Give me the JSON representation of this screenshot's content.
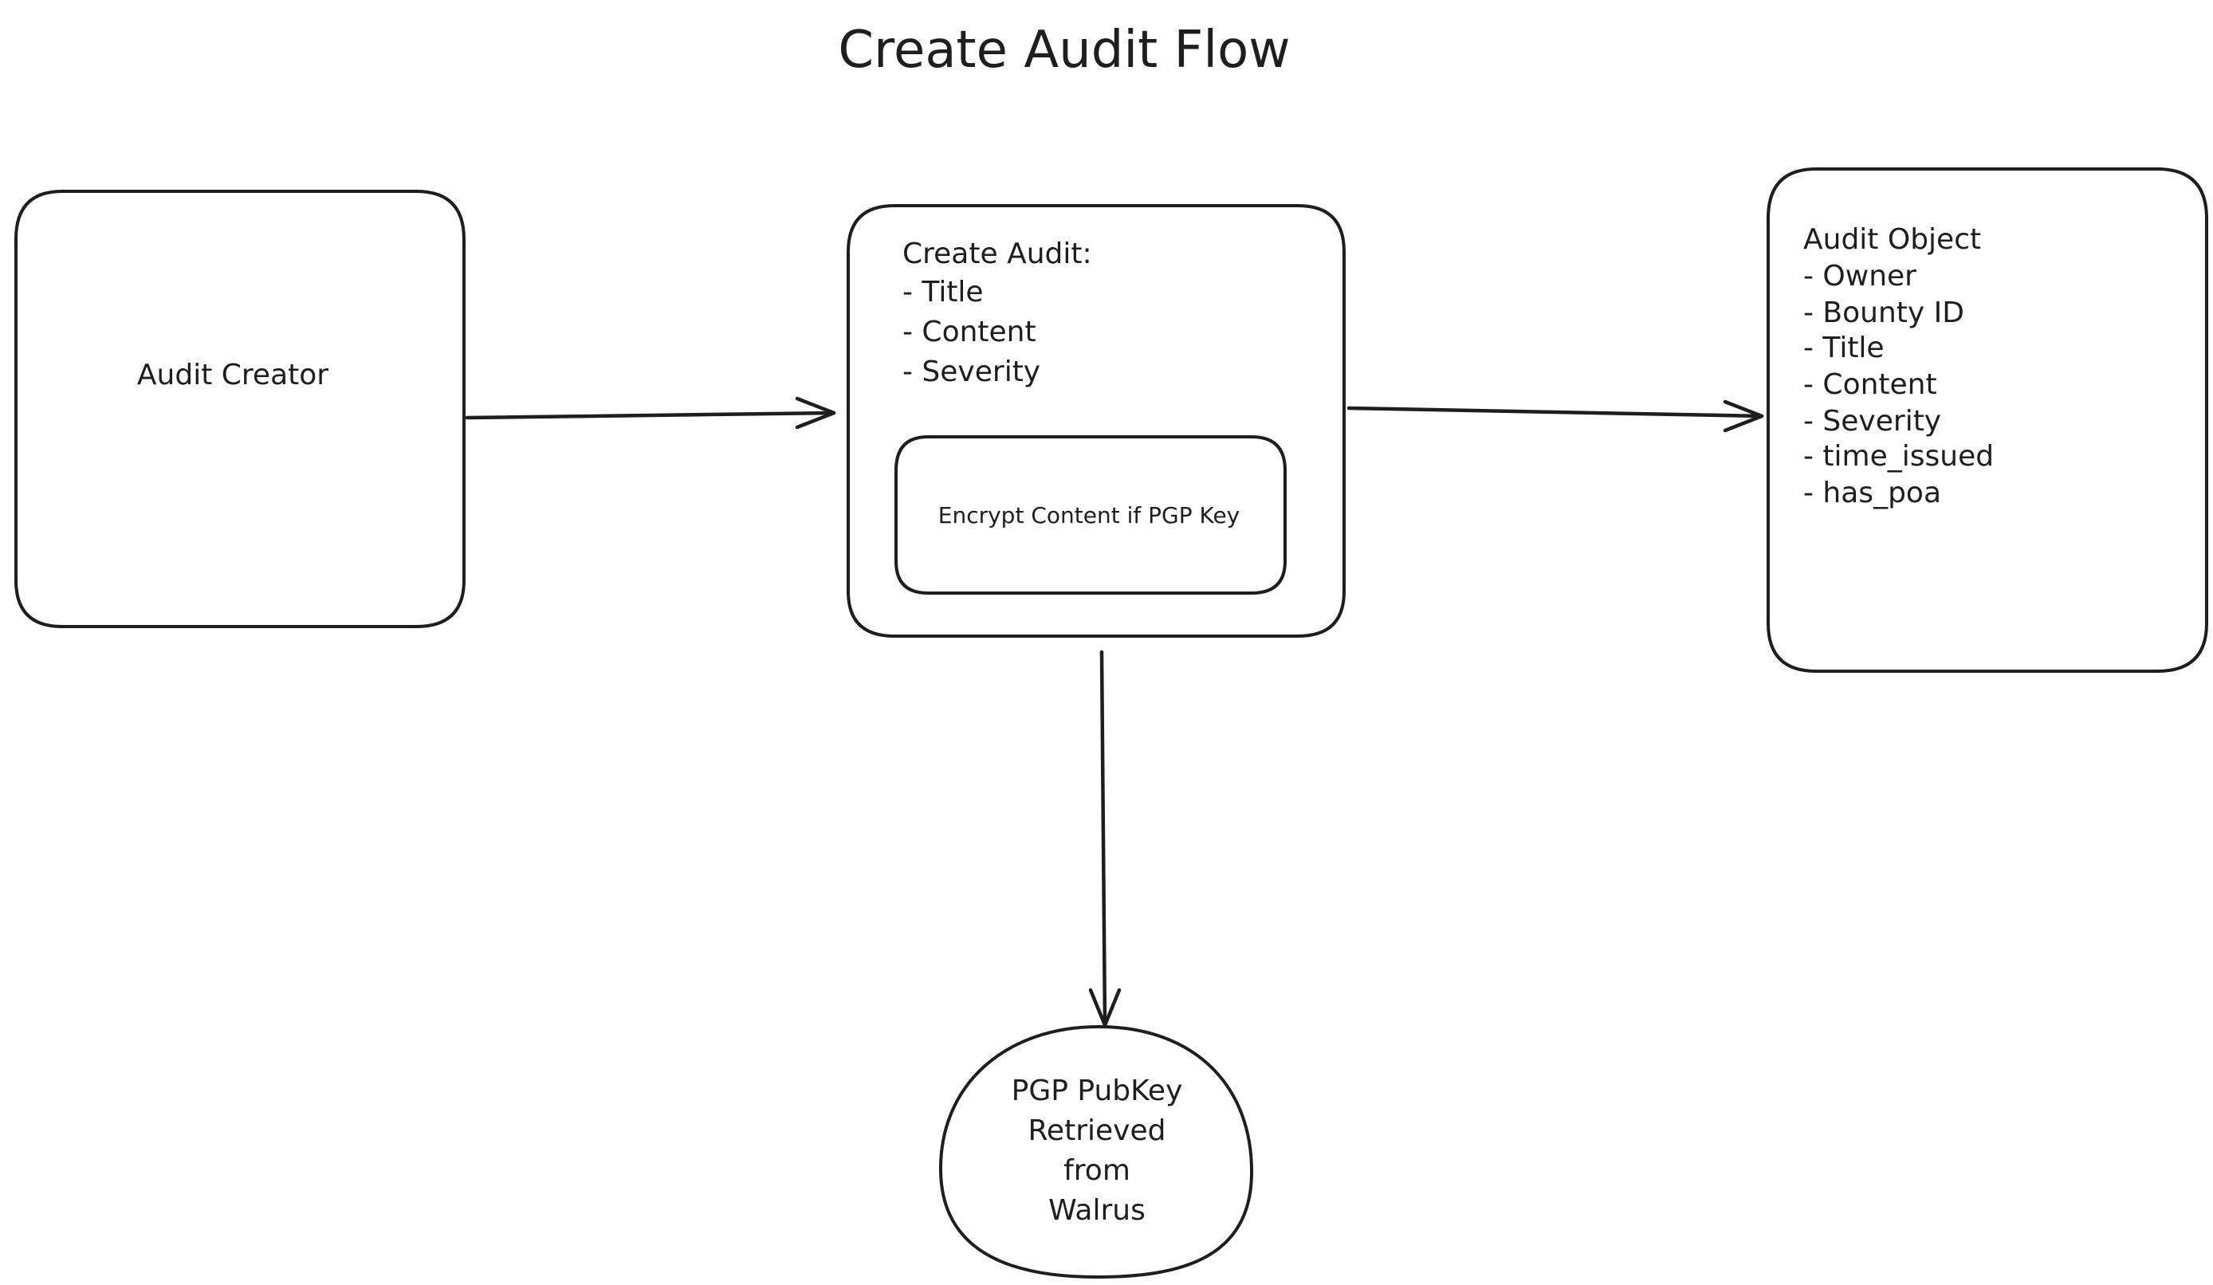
{
  "title": "Create Audit Flow",
  "nodes": {
    "audit_creator": {
      "label": "Audit Creator"
    },
    "create_audit": {
      "lines": [
        "Create Audit:",
        "- Title",
        "- Content",
        "- Severity"
      ],
      "inner": {
        "label": "Encrypt Content if PGP Key"
      }
    },
    "audit_object": {
      "lines": [
        "Audit Object",
        "- Owner",
        "- Bounty ID",
        "- Title",
        "- Content",
        "- Severity",
        "- time_issued",
        "- has_poa"
      ]
    },
    "pgp_pubkey": {
      "lines": [
        "PGP PubKey",
        "Retrieved",
        "from",
        "Walrus"
      ]
    }
  },
  "edges": [
    {
      "from": "audit_creator",
      "to": "create_audit"
    },
    {
      "from": "create_audit",
      "to": "audit_object"
    },
    {
      "from": "create_audit",
      "to": "pgp_pubkey"
    }
  ],
  "colors": {
    "stroke": "#1e1e1e",
    "background": "#ffffff"
  }
}
